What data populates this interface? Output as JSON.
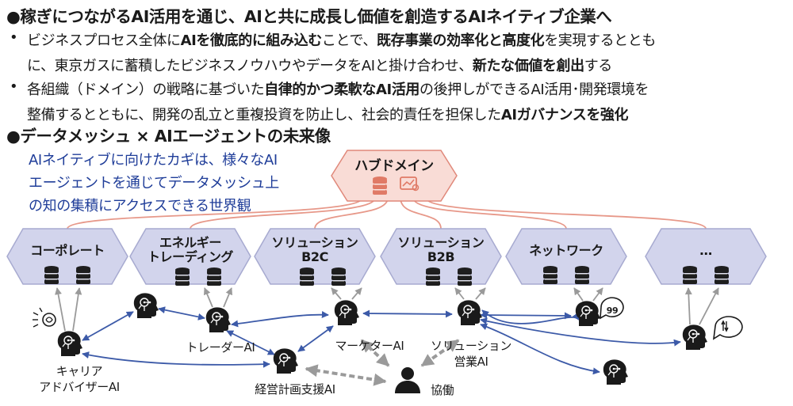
{
  "heading1": "●稼ぎにつながるAI活用を通じ、AIと共に成長し価値を創造するAIネイティブ企業へ",
  "bullets": [
    {
      "dot": "•",
      "lines": [
        [
          {
            "t": "ビジネスプロセス全体に",
            "b": false
          },
          {
            "t": "AIを徹底的に組み込む",
            "b": true
          },
          {
            "t": "ことで、",
            "b": false
          },
          {
            "t": "既存事業の効率化と高度化",
            "b": true
          },
          {
            "t": "を実現するととも",
            "b": false
          }
        ],
        [
          {
            "t": "に、東京ガスに蓄積したビジネスノウハウやデータをAIと掛け合わせ、",
            "b": false
          },
          {
            "t": "新たな価値を創出",
            "b": true
          },
          {
            "t": "する",
            "b": false
          }
        ]
      ]
    },
    {
      "dot": "•",
      "lines": [
        [
          {
            "t": "各組織（ドメイン）の戦略に基づいた",
            "b": false
          },
          {
            "t": "自律的かつ柔軟なAI活用",
            "b": true
          },
          {
            "t": "の後押しができるAI活用･開発環境を",
            "b": false
          }
        ],
        [
          {
            "t": "整備するとともに、開発の乱立と重複投資を防止し、社会的責任を担保した",
            "b": false
          },
          {
            "t": "AIガバナンスを強化",
            "b": true
          }
        ]
      ]
    }
  ],
  "heading2": "●データメッシュ × AIエージェントの未来像",
  "callout": [
    "AIネイティブに向けたカギは、様々なAI",
    "エージェントを通じてデータメッシュ上",
    "の知の集積にアクセスできる世界観"
  ],
  "hub": {
    "lines": [
      "ハブドメイン"
    ],
    "icons": [
      "database-icon",
      "data-analysis-icon"
    ]
  },
  "domains": [
    {
      "lines": [
        "コーポレート"
      ]
    },
    {
      "lines": [
        "エネルギー",
        "トレーディング"
      ]
    },
    {
      "lines": [
        "ソリューション",
        "B2C"
      ]
    },
    {
      "lines": [
        "ソリューション",
        "B2B"
      ]
    },
    {
      "lines": [
        "ネットワーク"
      ]
    },
    {
      "lines": [
        "…"
      ]
    }
  ],
  "agents": {
    "career": {
      "lines": [
        "キャリア",
        "アドバイザーAI"
      ]
    },
    "trader": {
      "lines": [
        "トレーダーAI"
      ]
    },
    "planning": {
      "lines": [
        "経営計画支援AI"
      ]
    },
    "marketer": {
      "lines": [
        "マーケターAI"
      ]
    },
    "sales": {
      "lines": [
        "ソリューション",
        "営業AI"
      ]
    }
  },
  "human": {
    "label": "協働"
  },
  "colors": {
    "hub_fill": "#f9dcd6",
    "hub_stroke": "#e0887a",
    "domain_fill": "#d2d4ec",
    "domain_stroke": "#a7aad0",
    "pink_line": "#e79889",
    "gray_arrow": "#9a9a9a",
    "blue_arrow": "#3c5aa8",
    "agent_blue": "#4b6ab3",
    "callout_blue": "#1f3d99"
  }
}
